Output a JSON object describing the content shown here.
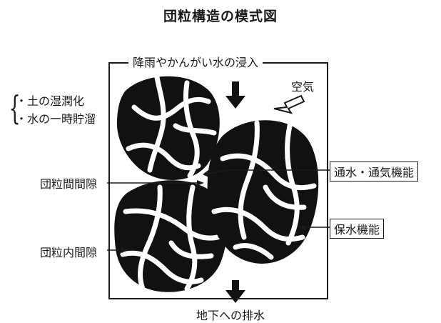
{
  "title": "団粒構造の模式図",
  "top_caption": "降雨やかんがい水の浸入",
  "air_label": "空気",
  "side_effects": [
    "・土の湿潤化",
    "・水の一時貯溜"
  ],
  "labels": {
    "inter_pore": "団粒間間隙",
    "intra_pore": "団粒内間隙",
    "drainage_function": "通水・通気機能",
    "water_retention": "保水機能"
  },
  "bottom_caption": "地下への排水"
}
